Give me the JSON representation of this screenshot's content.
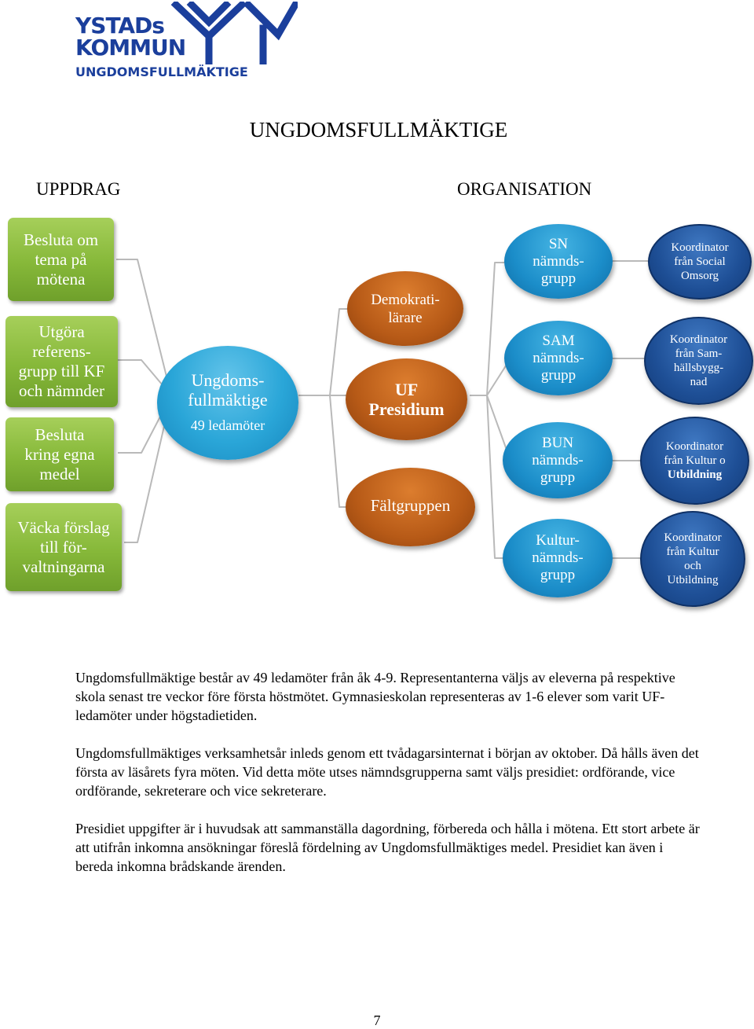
{
  "logo": {
    "line1": "YSTADs",
    "line2": "KOMMUN",
    "subtitle": "UNGDOMSFULLMÄKTIGE"
  },
  "title": "UNGDOMSFULLMÄKTIGE",
  "headings": {
    "left": "UPPDRAG",
    "right": "ORGANISATION"
  },
  "uppdrag": [
    {
      "lines": [
        "Besluta om",
        "tema på",
        "mötena"
      ]
    },
    {
      "lines": [
        "Utgöra",
        "referens-",
        "grupp till KF",
        "och nämnder"
      ]
    },
    {
      "lines": [
        "Besluta",
        "kring egna",
        "medel"
      ]
    },
    {
      "lines": [
        "Väcka förslag",
        "till för-",
        "valtningarna"
      ]
    }
  ],
  "center": {
    "line1": "Ungdoms-",
    "line2": "fullmäktige",
    "members": "49 ledamöter"
  },
  "brown": [
    {
      "lines": [
        "Demokrati-",
        "lärare"
      ]
    },
    {
      "lines": [
        "UF",
        "Presidium"
      ]
    },
    {
      "lines": [
        "Fältgruppen"
      ]
    }
  ],
  "groups": [
    {
      "lines": [
        "SN",
        "nämnds-",
        "grupp"
      ]
    },
    {
      "lines": [
        "SAM",
        "nämnds-",
        "grupp"
      ]
    },
    {
      "lines": [
        "BUN",
        "nämnds-",
        "grupp"
      ]
    },
    {
      "lines": [
        "Kultur-",
        "nämnds-",
        "grupp"
      ]
    }
  ],
  "coordinators": [
    {
      "lines": [
        "Koordinator",
        "från Social",
        "Omsorg"
      ]
    },
    {
      "lines": [
        "Koordinator",
        "från Sam-",
        "hällsbygg-",
        "nad"
      ]
    },
    {
      "lines": [
        "Koordinator",
        "från Kultur o",
        "Utbildning"
      ]
    },
    {
      "lines": [
        "Koordinator",
        "från Kultur",
        "och",
        "Utbildning"
      ]
    }
  ],
  "paragraphs": [
    "Ungdomsfullmäktige består av 49 ledamöter från åk 4-9. Representanterna väljs av eleverna på respektive skola senast tre veckor före första höstmötet. Gymnasieskolan representeras av 1-6 elever som varit UF-ledamöter under högstadietiden.",
    "Ungdomsfullmäktiges verksamhetsår inleds genom ett tvådagarsinternat i början av oktober. Då hålls även det första av läsårets fyra möten. Vid detta möte utses nämndsgrupperna samt väljs presidiet: ordförande, vice ordförande, sekreterare och vice sekreterare.",
    "Presidiet uppgifter är i huvudsak att sammanställa dagordning, förbereda och hålla i mötena. Ett stort arbete är att utifrån inkomna ansökningar föreslå fördelning av Ungdomsfullmäktiges medel. Presidiet kan även i bereda inkomna brådskande ärenden."
  ],
  "page_number": "7",
  "colors": {
    "logo_blue": "#1b3f9c",
    "green_box": "#86b839",
    "teal_oval": "#2aa6d8",
    "brown_oval": "#b75a17",
    "blue_oval": "#1b8dc9",
    "navy_oval": "#1e4f96"
  }
}
